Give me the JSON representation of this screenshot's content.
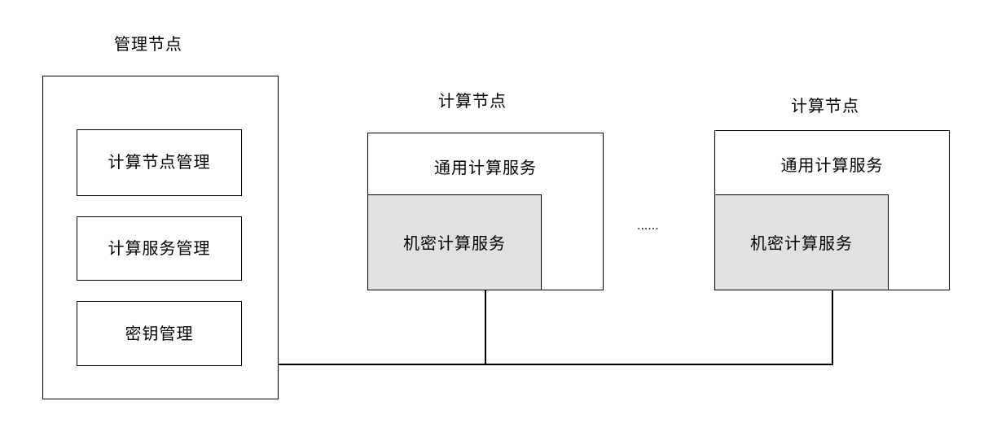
{
  "management_node": {
    "title": "管理节点",
    "modules": [
      {
        "label": "计算节点管理"
      },
      {
        "label": "计算服务管理"
      },
      {
        "label": "密钥管理"
      }
    ]
  },
  "compute_nodes": [
    {
      "title": "计算节点",
      "general_service": "通用计算服务",
      "confidential_service": "机密计算服务"
    },
    {
      "title": "计算节点",
      "general_service": "通用计算服务",
      "confidential_service": "机密计算服务"
    }
  ],
  "separator": "······",
  "colors": {
    "line": "#000000",
    "confidential_fill": "#e1e1e1",
    "background": "#ffffff"
  }
}
